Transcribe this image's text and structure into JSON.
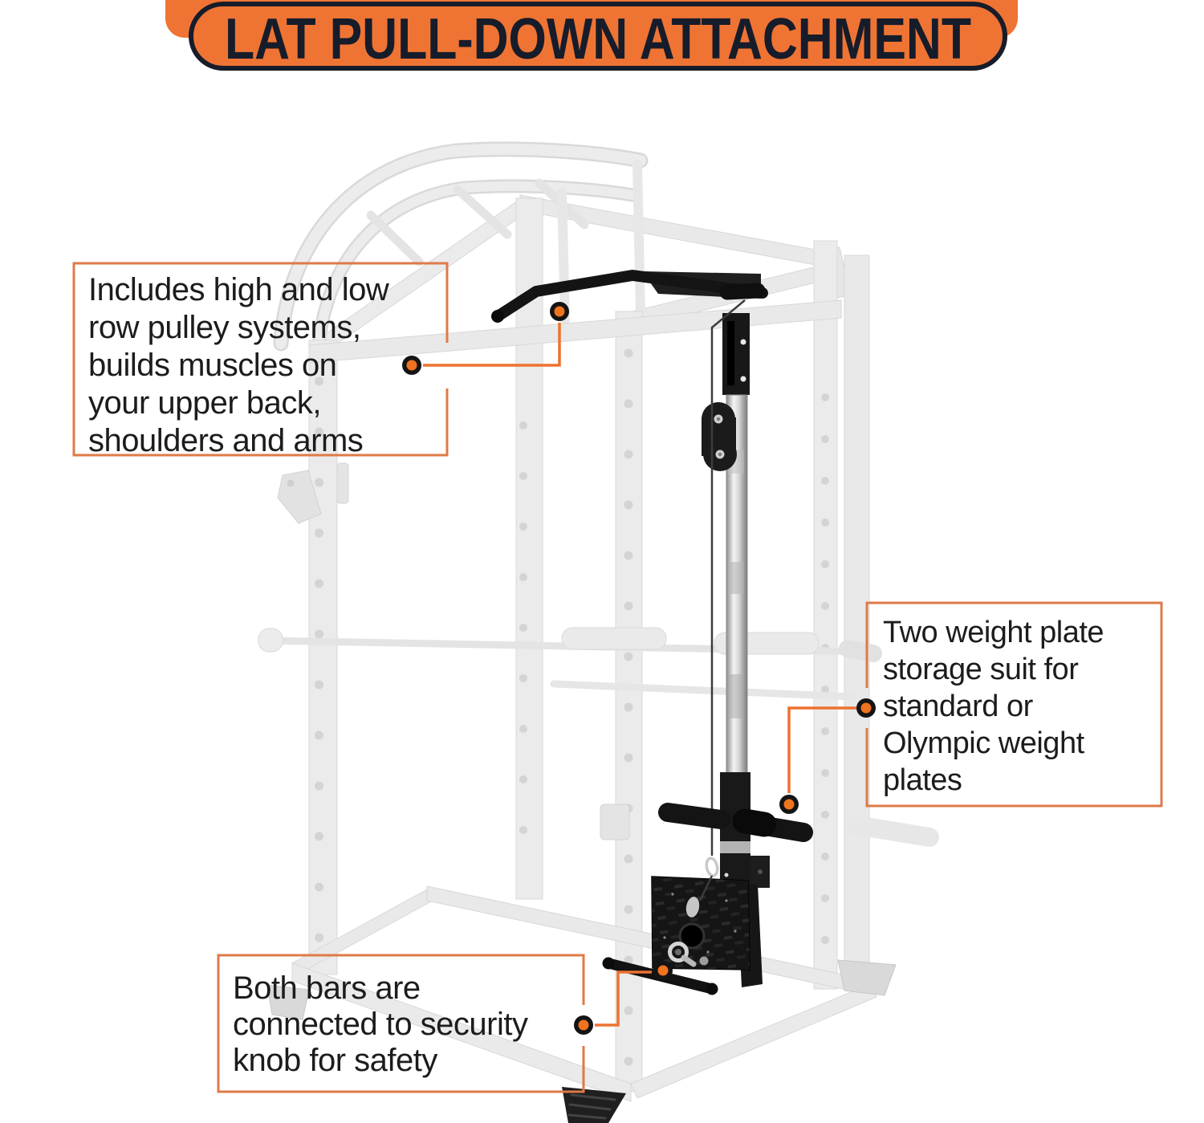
{
  "banner": {
    "title": "LAT PULL-DOWN ATTACHMENT"
  },
  "callouts": {
    "pulley": {
      "lines": [
        "Includes high and low",
        "row pulley systems,",
        "builds muscles on",
        "your upper back,",
        "shoulders and arms"
      ]
    },
    "storage": {
      "lines": [
        "Two weight plate",
        "storage suit for",
        "standard or",
        "Olympic weight",
        "plates"
      ]
    },
    "security": {
      "lines": [
        "Both bars are",
        "connected to security",
        "knob for safety"
      ]
    }
  },
  "colors": {
    "accent_orange": "#ef7434",
    "callout_border": "#df7a48",
    "connector_orange": "#ed7231",
    "dot_fill": "#f0731f",
    "dot_ring": "#141414",
    "banner_outline": "#171c2a",
    "body_text": "#1c1c1c",
    "ghost_gray": "#eaeaea",
    "attachment_black": "#1a1a1a"
  },
  "illustration": {
    "parts": [
      "power-cage-frame",
      "multi-grip-pull-up-bars",
      "lat-pull-down-bar",
      "high-pulley-block",
      "cable",
      "chrome-guide-rail",
      "weight-carriage",
      "weight-plate-storage-bar",
      "diamond-foot-plate",
      "low-row-bar",
      "security-knob"
    ]
  }
}
